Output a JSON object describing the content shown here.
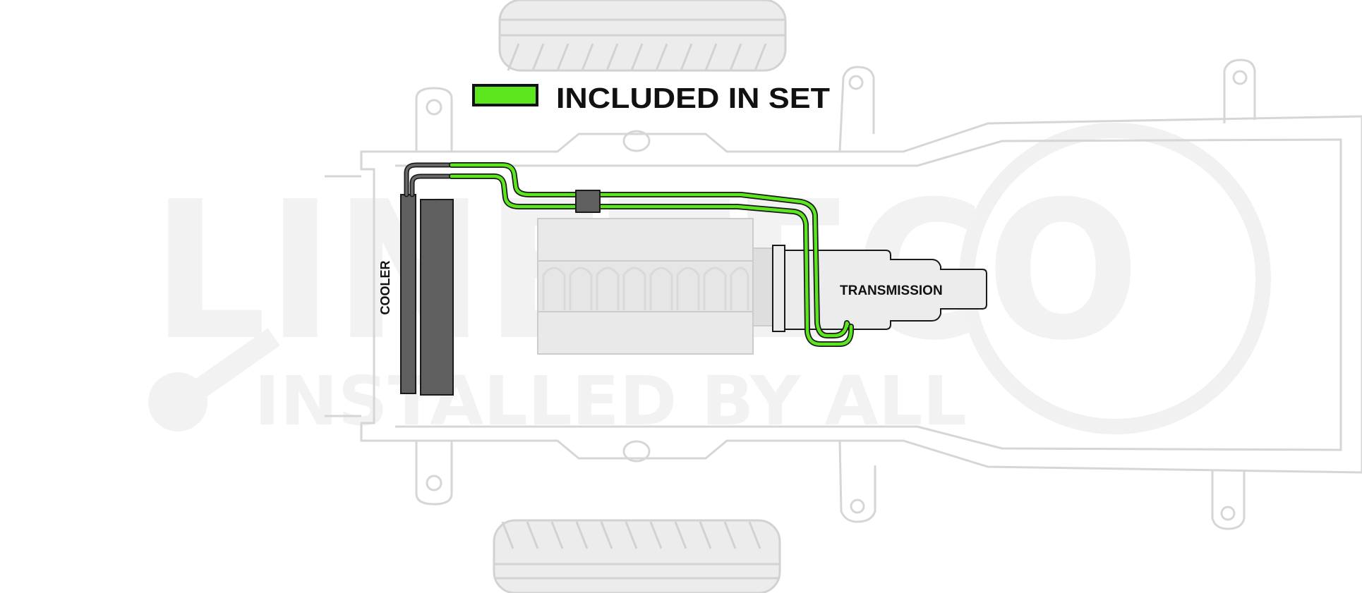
{
  "legend": {
    "label": "INCLUDED IN SET",
    "swatch_color": "#5ce61e"
  },
  "components": {
    "cooler_label": "COOLER",
    "transmission_label": "TRANSMISSION"
  },
  "watermark": {
    "brand": "LINETECO",
    "tagline": "INSTALLED BY ALL"
  },
  "colors": {
    "included_line": "#5ce61e",
    "line_outline": "#1a1a1a",
    "non_included_line": "#666666",
    "chassis_outline": "#d6d6d6",
    "component_fill": "#e6e6e6",
    "cooler_fill": "#5f5f5f",
    "watermark": "#f1f1f1"
  }
}
